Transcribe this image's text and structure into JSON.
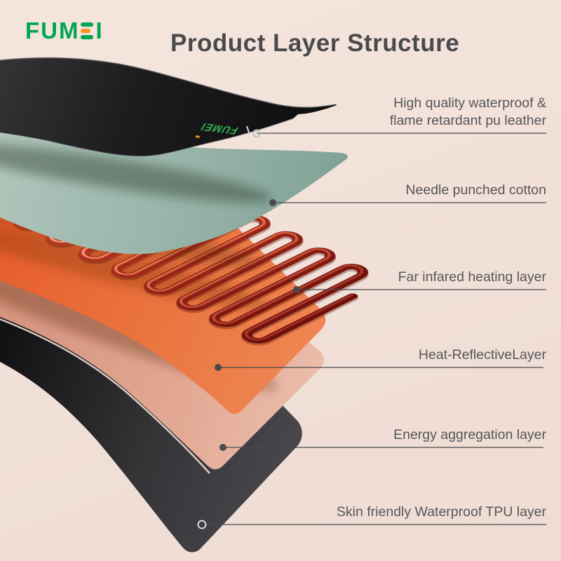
{
  "page": {
    "background": "#f1e0d8"
  },
  "header": {
    "logo_text": "FUM",
    "logo_text_tail": "I",
    "brand_green": "#00a651",
    "brand_orange": "#f7941d",
    "title": "Product Layer Structure",
    "title_color": "#4a4a4d"
  },
  "product": {
    "surface_logo_text": "FUMEI"
  },
  "layers": [
    {
      "id": "pu-leather",
      "color": "#1d1d1f",
      "label_lines": [
        "High quality waterproof &",
        "flame retardant pu leather"
      ]
    },
    {
      "id": "needle-punched-cotton",
      "color": "#9bb6ab",
      "label": "Needle punched cotton"
    },
    {
      "id": "far-infrared-heating",
      "color": "#a82415",
      "label": "Far infared heating layer"
    },
    {
      "id": "heat-reflective",
      "color": "#ea7444",
      "label": "Heat-ReflectiveLayer"
    },
    {
      "id": "energy-aggregation",
      "color": "#dda490",
      "label": "Energy aggregation layer"
    },
    {
      "id": "tpu",
      "color": "#3c3c3f",
      "label": "Skin friendly Waterproof TPU layer"
    }
  ],
  "annotation": {
    "line_color": "#4a4a4e",
    "text_color": "#56565a"
  }
}
